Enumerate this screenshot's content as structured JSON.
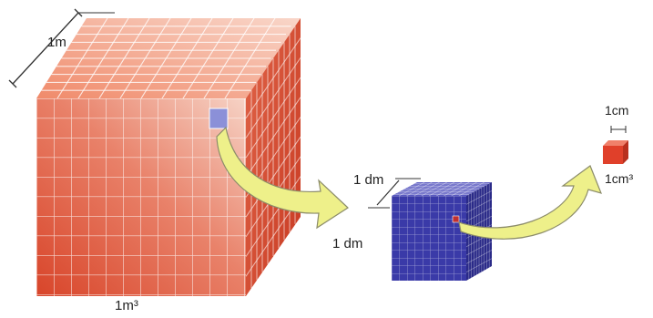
{
  "labels": {
    "meter_edge": "1m",
    "cubic_meter": "1m³",
    "decimeter_edge_top": "1 dm",
    "decimeter_edge_side": "1 dm",
    "centimeter_edge": "1cm",
    "cubic_centimeter": "1cm³"
  },
  "colors": {
    "big_cube_front": "#e05a3a",
    "big_cube_light": "#f5c8b8",
    "mid_cube": "#3a3aa8",
    "highlight_cell": "#8b90d8",
    "small_cube": "#e0402a",
    "arrow": "#eef08a"
  },
  "icons": {
    "arrow_m_to_dm": "curved-arrow-icon",
    "arrow_dm_to_cm": "curved-arrow-icon"
  }
}
